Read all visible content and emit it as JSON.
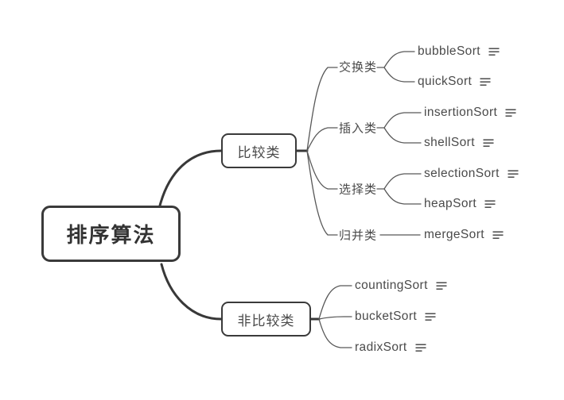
{
  "mindmap": {
    "root": {
      "label": "排序算法"
    },
    "branches": [
      {
        "label": "比较类",
        "groups": [
          {
            "label": "交换类",
            "leaves": [
              {
                "label": "bubbleSort",
                "icon": "notes"
              },
              {
                "label": "quickSort",
                "icon": "notes"
              }
            ]
          },
          {
            "label": "插入类",
            "leaves": [
              {
                "label": "insertionSort",
                "icon": "notes"
              },
              {
                "label": "shellSort",
                "icon": "notes"
              }
            ]
          },
          {
            "label": "选择类",
            "leaves": [
              {
                "label": "selectionSort",
                "icon": "notes"
              },
              {
                "label": "heapSort",
                "icon": "notes"
              }
            ]
          },
          {
            "label": "归并类",
            "leaves": [
              {
                "label": "mergeSort",
                "icon": "notes"
              }
            ]
          }
        ]
      },
      {
        "label": "非比较类",
        "leaves": [
          {
            "label": "countingSort",
            "icon": "notes"
          },
          {
            "label": "bucketSort",
            "icon": "notes"
          },
          {
            "label": "radixSort",
            "icon": "notes"
          }
        ]
      }
    ],
    "colors": {
      "thick_line": "#383838",
      "thin_line": "#585858",
      "node_border": "#3a3a3a",
      "text": "#4a4a4a",
      "root_text": "#333333",
      "background": "#ffffff"
    }
  }
}
